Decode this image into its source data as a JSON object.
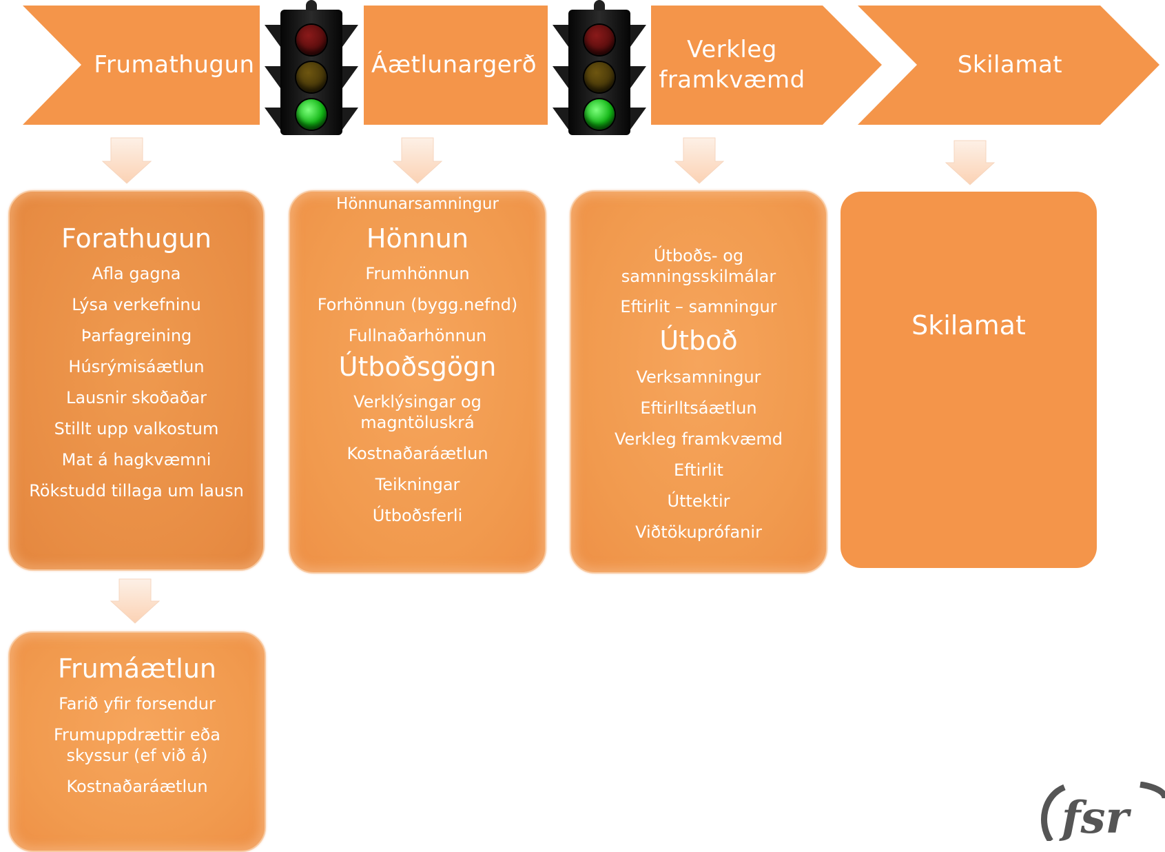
{
  "phases": [
    {
      "label": "Frumathugun"
    },
    {
      "label": "Áætlunargerð"
    },
    {
      "label_line1": "Verkleg",
      "label_line2": "framkvæmd"
    },
    {
      "label": "Skilamat"
    }
  ],
  "boxes": {
    "forathugun": {
      "title": "Forathugun",
      "items": [
        "Afla gagna",
        "Lýsa verkefninu",
        "Þarfagreining",
        "Húsrýmisáætlun",
        "Lausnir skoðaðar",
        "Stillt upp valkostum",
        "Mat á hagkvæmni",
        "Rökstudd tillaga um lausn"
      ]
    },
    "honnun": {
      "top_label": "Hönnunarsamningur",
      "title": "Hönnun",
      "items": [
        "Frumhönnun",
        "Forhönnun (bygg.nefnd)",
        "Fullnaðarhönnun"
      ],
      "title2": "Útboðsgögn",
      "items2_a1": "Verklýsingar og",
      "items2_a2": "magntöluskrá",
      "items2": [
        "Kostnaðaráætlun",
        "Teikningar",
        "Útboðsferli"
      ]
    },
    "utbod": {
      "pre1_line1": "Útboðs- og",
      "pre1_line2": "samningsskilmálar",
      "pre2": "Eftirlit – samningur",
      "title": "Útboð",
      "items": [
        "Verksamningur",
        "Eftirlltsáætlun",
        "Verkleg framkvæmd",
        "Eftirlit",
        "Úttektir",
        "Viðtökuprófanir"
      ]
    },
    "skilamat": {
      "title": "Skilamat"
    },
    "frumaaetlun": {
      "title": "Frumáætlun",
      "items0": "Farið yfir forsendur",
      "items1_line1": "Frumuppdrættir eða",
      "items1_line2": "skyssur (ef við á)",
      "items2": "Kostnaðaráætlun"
    }
  },
  "logo": {
    "text": "fsr"
  },
  "colors": {
    "chevron": "#f4954a",
    "arrow_fill": "#fde3d0",
    "lamp_red": "#5a0d0d",
    "lamp_amber": "#4a3a08",
    "lamp_green": "#17d61a"
  }
}
